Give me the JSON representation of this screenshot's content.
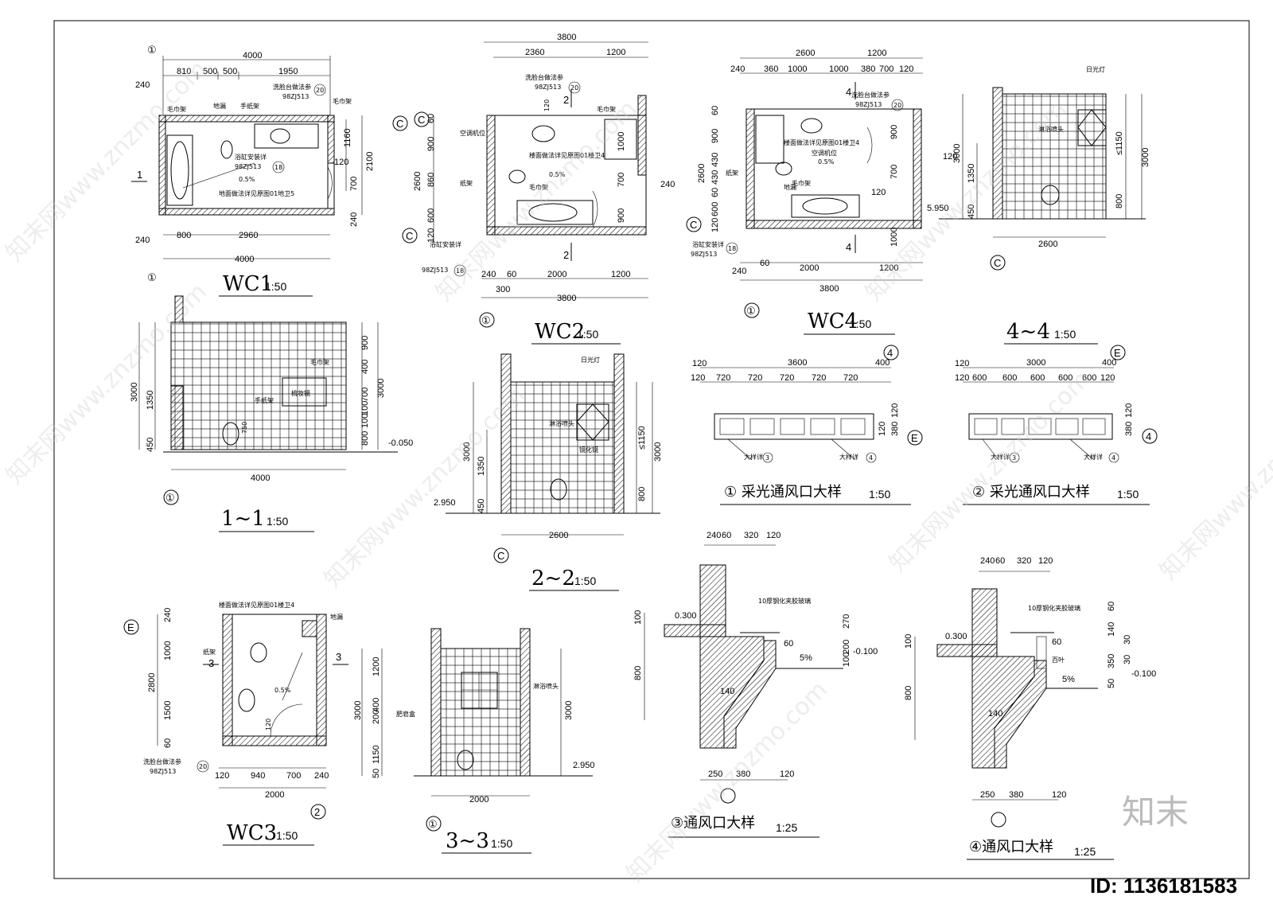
{
  "watermark": {
    "text": "知末网www.znzmo.com",
    "logo": "知末",
    "id": "ID: 1136181583"
  },
  "titles": {
    "wc1": "WC1",
    "wc2": "WC2",
    "wc3": "WC3",
    "wc4": "WC4",
    "s11": "1~1",
    "s22": "2~2",
    "s33": "3~3",
    "s44": "4~4",
    "d1": "① 采光通风口大样",
    "d2": "② 采光通风口大样",
    "d3": "③通风口大样",
    "d4": "④通风口大样",
    "scale50": "1:50",
    "scale25": "1:25"
  },
  "wc1": {
    "dims_top": [
      "4000",
      "810",
      "500",
      "500",
      "1950",
      "240"
    ],
    "dims_bottom": [
      "240",
      "800",
      "2960",
      "4000"
    ],
    "dims_right": [
      "1160",
      "2100",
      "120",
      "700",
      "240"
    ],
    "notes": [
      "毛巾架",
      "地漏",
      "手纸架",
      "洗脸台做法参",
      "98ZJ513",
      "20",
      "毛巾架",
      "浴缸安装详",
      "98ZJ513",
      "18",
      "0.5%",
      "地面做法详见原图01地卫5"
    ],
    "axis": [
      "①",
      "①",
      "C"
    ],
    "section_mark": "1"
  },
  "s11": {
    "dims_left": [
      "3000",
      "1350",
      "450"
    ],
    "dims_right": [
      "900",
      "400",
      "3000",
      "700",
      "100",
      "100",
      "800"
    ],
    "dims_bottom": [
      "4000"
    ],
    "notes": [
      "毛巾架",
      "梳妆镜",
      "手纸架",
      "750",
      "-0.050"
    ],
    "axis": [
      "①"
    ]
  },
  "wc2": {
    "dims_top": [
      "3800",
      "2360",
      "1200"
    ],
    "dims_left": [
      "60",
      "900",
      "2600",
      "860",
      "600",
      "120"
    ],
    "dims_right": [
      "1000",
      "700",
      "900",
      "240"
    ],
    "dims_bottom": [
      "240",
      "60",
      "2000",
      "1200",
      "300",
      "3800"
    ],
    "notes": [
      "洗脸台做法参",
      "98ZJ513",
      "20",
      "空调机位",
      "楼面做法详见原图01楼卫4",
      "毛巾架",
      "纸架",
      "0.5%",
      "毛巾架",
      "浴缸安装详",
      "98ZJ513",
      "18",
      "120"
    ],
    "axis": [
      "C",
      "C",
      "①"
    ],
    "section_mark": "2"
  },
  "s22": {
    "dims_left": [
      "3000",
      "1350",
      "450"
    ],
    "dims_right": [
      "≤1150",
      "3000",
      "800"
    ],
    "dims_bottom": [
      "2600"
    ],
    "notes": [
      "日光灯",
      "淋浴喷头",
      "镜化镜",
      "2.950"
    ],
    "axis": [
      "C"
    ]
  },
  "wc4": {
    "dims_top": [
      "2600",
      "1200",
      "240",
      "360",
      "1000",
      "1000",
      "380",
      "700",
      "120"
    ],
    "dims_left": [
      "60",
      "900",
      "2600",
      "430",
      "430",
      "60",
      "600",
      "120"
    ],
    "dims_right": [
      "900",
      "120",
      "700",
      "120",
      "5.950",
      "1000"
    ],
    "dims_bottom": [
      "240",
      "60",
      "2000",
      "1200",
      "3800"
    ],
    "notes": [
      "洗脸台做法参",
      "98ZJ513",
      "20",
      "楼面做法详见原图01楼卫4",
      "空调机位",
      "0.5%",
      "纸架",
      "地漏",
      "毛巾架",
      "浴缸安装详",
      "98ZJ513",
      "18"
    ],
    "axis": [
      "C",
      "①"
    ],
    "section_mark": "4"
  },
  "s44": {
    "dims_left": [
      "3000",
      "1350",
      "450"
    ],
    "dims_right": [
      "≤1150",
      "3000",
      "800"
    ],
    "dims_bottom": [
      "2600"
    ],
    "notes": [
      "日光灯",
      "淋浴喷头"
    ],
    "axis": [
      "C"
    ]
  },
  "d1": {
    "dims_top": [
      "120",
      "3600",
      "400",
      "120",
      "720",
      "720",
      "720",
      "720",
      "720"
    ],
    "dims_right": [
      "120",
      "380",
      "120"
    ],
    "notes": [
      "大样详",
      "3",
      "大样详",
      "4"
    ],
    "axis": [
      "4",
      "E"
    ]
  },
  "d2": {
    "dims_top": [
      "120",
      "3000",
      "400",
      "120",
      "600",
      "600",
      "600",
      "600",
      "600",
      "120"
    ],
    "dims_right": [
      "120",
      "380"
    ],
    "notes": [
      "大样详",
      "3",
      "大样详",
      "4"
    ],
    "axis": [
      "E",
      "4"
    ]
  },
  "wc3": {
    "dims_left": [
      "240",
      "1000",
      "2800",
      "1500",
      "60"
    ],
    "dims_bottom": [
      "120",
      "940",
      "700",
      "240",
      "2000"
    ],
    "notes": [
      "楼面做法详见原图01楼卫4",
      "地漏",
      "纸架",
      "0.5%",
      "120",
      "洗脸台做法参",
      "98ZJ513",
      "20"
    ],
    "axis": [
      "E",
      "2"
    ],
    "section_mark": "3"
  },
  "s33": {
    "dims_left": [
      "1200",
      "3000",
      "400",
      "200",
      "1150",
      "50"
    ],
    "dims_right": [
      "3000",
      "2.950"
    ],
    "dims_bottom": [
      "2000"
    ],
    "notes": [
      "淋浴喷头",
      "肥皂盒"
    ],
    "axis": [
      "①"
    ]
  },
  "d3": {
    "dims_top": [
      "240",
      "60",
      "320",
      "120"
    ],
    "dims_left": [
      "100",
      "800"
    ],
    "dims_right": [
      "270",
      "200",
      "100"
    ],
    "dims_bottom": [
      "250",
      "380",
      "120"
    ],
    "notes": [
      "0.300",
      "10厚钢化夹胶玻璃",
      "60",
      "5%",
      "-0.100",
      "140"
    ]
  },
  "d4": {
    "dims_top": [
      "240",
      "60",
      "320",
      "120"
    ],
    "dims_left": [
      "100",
      "800"
    ],
    "dims_right": [
      "60",
      "140",
      "30",
      "350",
      "30",
      "50"
    ],
    "dims_bottom": [
      "250",
      "380",
      "120"
    ],
    "notes": [
      "0.300",
      "10厚钢化夹胶玻璃",
      "60",
      "百叶",
      "5%",
      "-0.100",
      "140"
    ]
  }
}
